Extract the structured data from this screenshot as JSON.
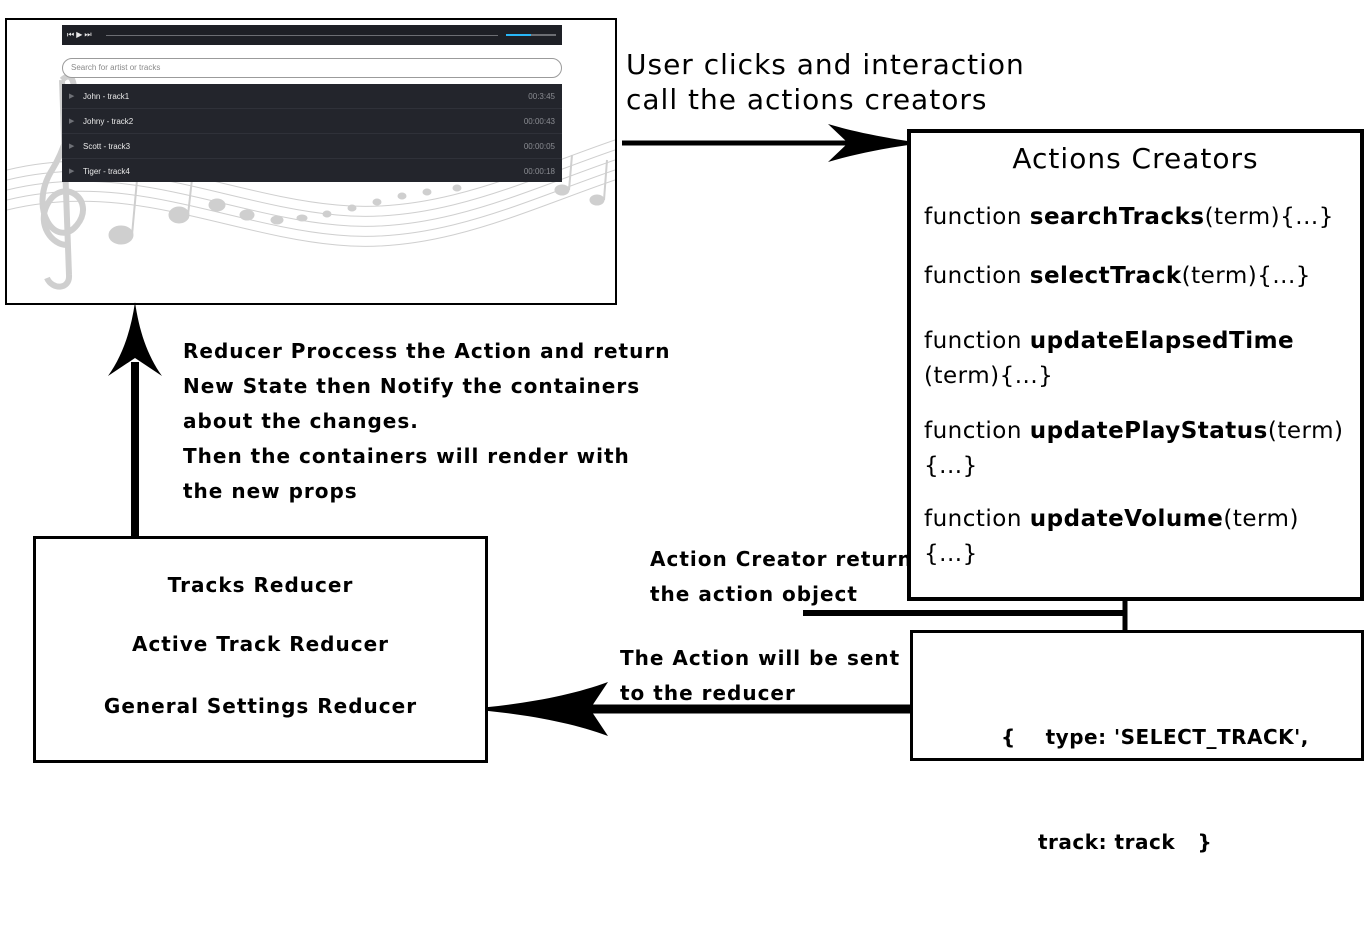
{
  "app_screenshot": {
    "controls": {
      "prev": "⏮",
      "play": "▶",
      "next": "⏭"
    },
    "volume_fraction": 0.5,
    "search_placeholder": "Search for artist or tracks",
    "tracks": [
      {
        "name": "John - track1",
        "time": "00:3:45"
      },
      {
        "name": "Johny - track2",
        "time": "00:00:43"
      },
      {
        "name": "Scott - track3",
        "time": "00:00:05"
      },
      {
        "name": "Tiger - track4",
        "time": "00:00:18"
      }
    ],
    "colors": {
      "player_bg": "#1e2026",
      "list_bg": "#23252c",
      "volume_accent": "#29b6f6"
    }
  },
  "labels": {
    "user_clicks": [
      "User clicks and interaction",
      "call the actions creators"
    ],
    "reducer_process": [
      "Reducer Proccess the Action and return",
      "New State then Notify the containers",
      "about the changes.",
      "Then the containers will render with",
      "the new props"
    ],
    "creator_return": [
      "Action Creator return",
      "the action object"
    ],
    "action_sent": [
      "The Action will be sent",
      "to the reducer"
    ]
  },
  "action_creators": {
    "title": "Actions Creators",
    "functions": [
      {
        "keyword": "function ",
        "name": "searchTracks",
        "args": "(term){...}",
        "args_line2": ""
      },
      {
        "keyword": "function ",
        "name": "selectTrack",
        "args": "(term){...}",
        "args_line2": ""
      },
      {
        "keyword": "function ",
        "name": "updateElapsedTime",
        "args": "",
        "args_line2": "(term){...}"
      },
      {
        "keyword": "function ",
        "name": "updatePlayStatus",
        "args": "(term)",
        "args_line2": "{...}"
      },
      {
        "keyword": "function ",
        "name": "updateVolume",
        "args": "(term)",
        "args_line2": "{...}"
      }
    ]
  },
  "action_object": {
    "line1": "{    type: 'SELECT_TRACK',",
    "line2": "track: track   }"
  },
  "reducers": {
    "items": [
      "Tracks Reducer",
      "Active Track Reducer",
      "General Settings Reducer"
    ]
  }
}
